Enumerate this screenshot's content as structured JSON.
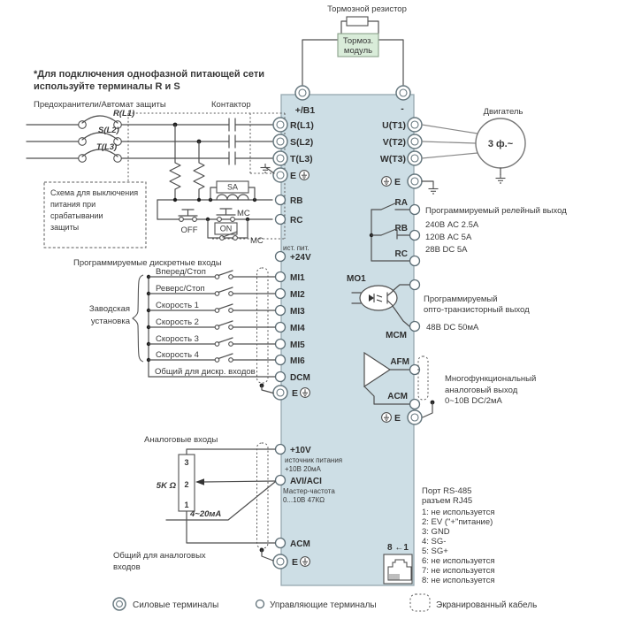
{
  "note": {
    "line1": "*Для подключения однофазной питающей сети",
    "line2": "используйте терминалы R и S"
  },
  "top": {
    "brake_resistor": "Тормозной резистор",
    "brake_module1": "Тормоз.",
    "brake_module2": "модуль",
    "terminal_plus": "+/B1",
    "terminal_minus": "-"
  },
  "power_in": {
    "fuses_label": "Предохранители/Автомат защиты",
    "contactor_label": "Контактор",
    "phases": [
      "R(L1)",
      "S(L2)",
      "T(L3)"
    ]
  },
  "shutdown": {
    "caption": [
      "Схема для выключения",
      "питания при",
      "срабатывании",
      "защиты"
    ],
    "sa": "SA",
    "mc_coil": "MC",
    "off": "OFF",
    "on": "ON",
    "mc_contact": "MC"
  },
  "left_terminals": {
    "power": [
      "R(L1)",
      "S(L2)",
      "T(L3)",
      "E"
    ],
    "rb": "RB",
    "rc": "RC",
    "psu_note": "ист. пит.",
    "v24": "+24V",
    "digital": [
      "MI1",
      "MI2",
      "MI3",
      "MI4",
      "MI5",
      "MI6"
    ],
    "dcm": "DCM",
    "e2": "E",
    "v10": "+10V",
    "v10_note1": "источник питания",
    "v10_note2": "+10В 20мА",
    "avi": "AVI/ACI",
    "avi_note1": "Мастер-частота",
    "avi_note2": "0...10В 47КΩ",
    "acm": "ACM",
    "e3": "E"
  },
  "digital_inputs": {
    "caption": "Программируемые дискретные входы",
    "factory1": "Заводская",
    "factory2": "установка",
    "lines": [
      "Вперед/Стоп",
      "Реверс/Стоп",
      "Скорость 1",
      "Скорость 2",
      "Скорость 3",
      "Скорость 4"
    ],
    "common": "Общий для дискр. входов"
  },
  "analog_inputs": {
    "caption": "Аналоговые входы",
    "pot_value": "5K Ω",
    "pot_pins": [
      "3",
      "2",
      "1"
    ],
    "current": "4~20мА",
    "common1": "Общий для аналоговых",
    "common2": "входов"
  },
  "right_terminals": {
    "power": [
      "U(T1)",
      "V(T2)",
      "W(T3)",
      "E"
    ],
    "relay": [
      "RA",
      "RB",
      "RC"
    ],
    "mo1": "MO1",
    "mcm": "MCM",
    "afm": "AFM",
    "acm": "ACM",
    "e2": "E"
  },
  "motor": {
    "label": "Двигатель",
    "phase": "3 ф.~"
  },
  "outputs": {
    "relay1": "Программируемый релейный выход",
    "relay2": "240В AC 2.5A",
    "relay3": "120В AC 5A",
    "relay4": "28В DC 5A",
    "opto1": "Программируемый",
    "opto2": "опто-транзисторный выход",
    "opto3": "48В DC 50мА",
    "analog1": "Многофункциональный",
    "analog2": "аналоговый выход",
    "analog3": "0~10В DC/2мА"
  },
  "rs485": {
    "title1": "Порт RS-485",
    "title2": "разъем RJ45",
    "pins": [
      "1: не используется",
      "2: EV (\"+\"питание)",
      "3: GND",
      "4: SG-",
      "5: SG+",
      "6: не используется",
      "7: не используется",
      "8: не используется"
    ],
    "pin_order": "8 ←1"
  },
  "legend": {
    "power": "Силовые терминалы",
    "control": "Управляющие терминалы",
    "shield": "Экранированный кабель"
  },
  "colors": {
    "block_fill": "#cddee5",
    "block_border": "#96a8b0",
    "brake_fill": "#d9ecd9",
    "wire": "#4f4f4f",
    "text": "#383838"
  }
}
